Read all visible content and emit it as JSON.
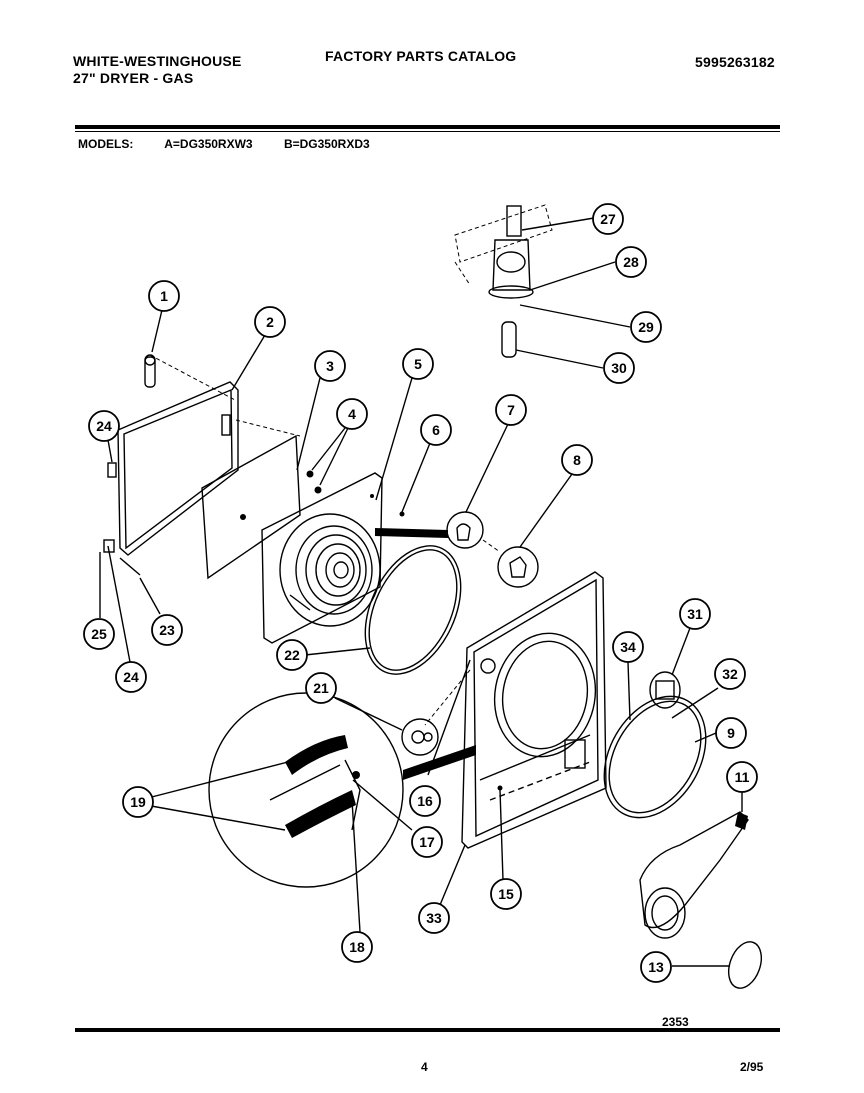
{
  "header": {
    "brand": "WHITE-WESTINGHOUSE",
    "product": "27\" DRYER - GAS",
    "catalog_title": "FACTORY PARTS CATALOG",
    "part_number": "5995263182"
  },
  "models": {
    "label": "MODELS:",
    "a": "A=DG350RXW3",
    "b": "B=DG350RXD3"
  },
  "callouts": {
    "c1": "1",
    "c2": "2",
    "c3": "3",
    "c4": "4",
    "c5": "5",
    "c6": "6",
    "c7": "7",
    "c8": "8",
    "c9": "9",
    "c11": "11",
    "c13": "13",
    "c15": "15",
    "c16": "16",
    "c17": "17",
    "c18": "18",
    "c19": "19",
    "c21": "21",
    "c22": "22",
    "c23": "23",
    "c24a": "24",
    "c24b": "24",
    "c25": "25",
    "c27": "27",
    "c28": "28",
    "c29": "29",
    "c30": "30",
    "c31": "31",
    "c32": "32",
    "c33": "33",
    "c34": "34"
  },
  "footer": {
    "diagram_number": "2353",
    "page": "4",
    "date": "2/95"
  }
}
